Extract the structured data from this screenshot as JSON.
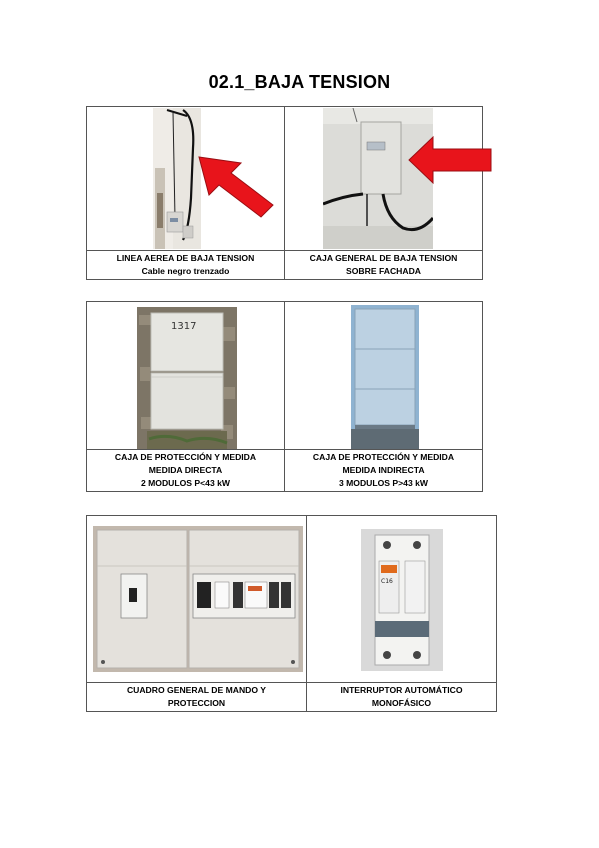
{
  "page": {
    "title": "02.1_BAJA TENSION"
  },
  "tables": [
    {
      "cells": [
        {
          "photo": "overhead-low-voltage-line-photo",
          "caption": [
            "LINEA AEREA DE BAJA TENSION",
            "Cable negro trenzado"
          ]
        },
        {
          "photo": "general-low-voltage-box-photo",
          "caption": [
            "CAJA GENERAL DE BAJA TENSION",
            "SOBRE FACHADA"
          ]
        }
      ]
    },
    {
      "cells": [
        {
          "photo": "protection-measure-box-direct-photo",
          "photo_text": "1317",
          "caption": [
            "CAJA DE PROTECCIÓN Y MEDIDA",
            "MEDIDA DIRECTA",
            "2 MODULOS P<43 kW"
          ]
        },
        {
          "photo": "protection-measure-box-indirect-photo",
          "caption": [
            "CAJA DE PROTECCIÓN Y MEDIDA",
            "MEDIDA INDIRECTA",
            "3 MODULOS P>43 kW"
          ]
        }
      ]
    },
    {
      "cells": [
        {
          "photo": "general-control-panel-photo",
          "caption": [
            "CUADRO GENERAL DE MANDO Y",
            "PROTECCION"
          ]
        },
        {
          "photo": "single-phase-breaker-photo",
          "photo_text": "C16",
          "caption": [
            "INTERRUPTOR AUTOMÁTICO",
            "MONOFÁSICO"
          ]
        }
      ]
    }
  ],
  "colors": {
    "arrow": "#e8141b",
    "border": "#555555"
  }
}
